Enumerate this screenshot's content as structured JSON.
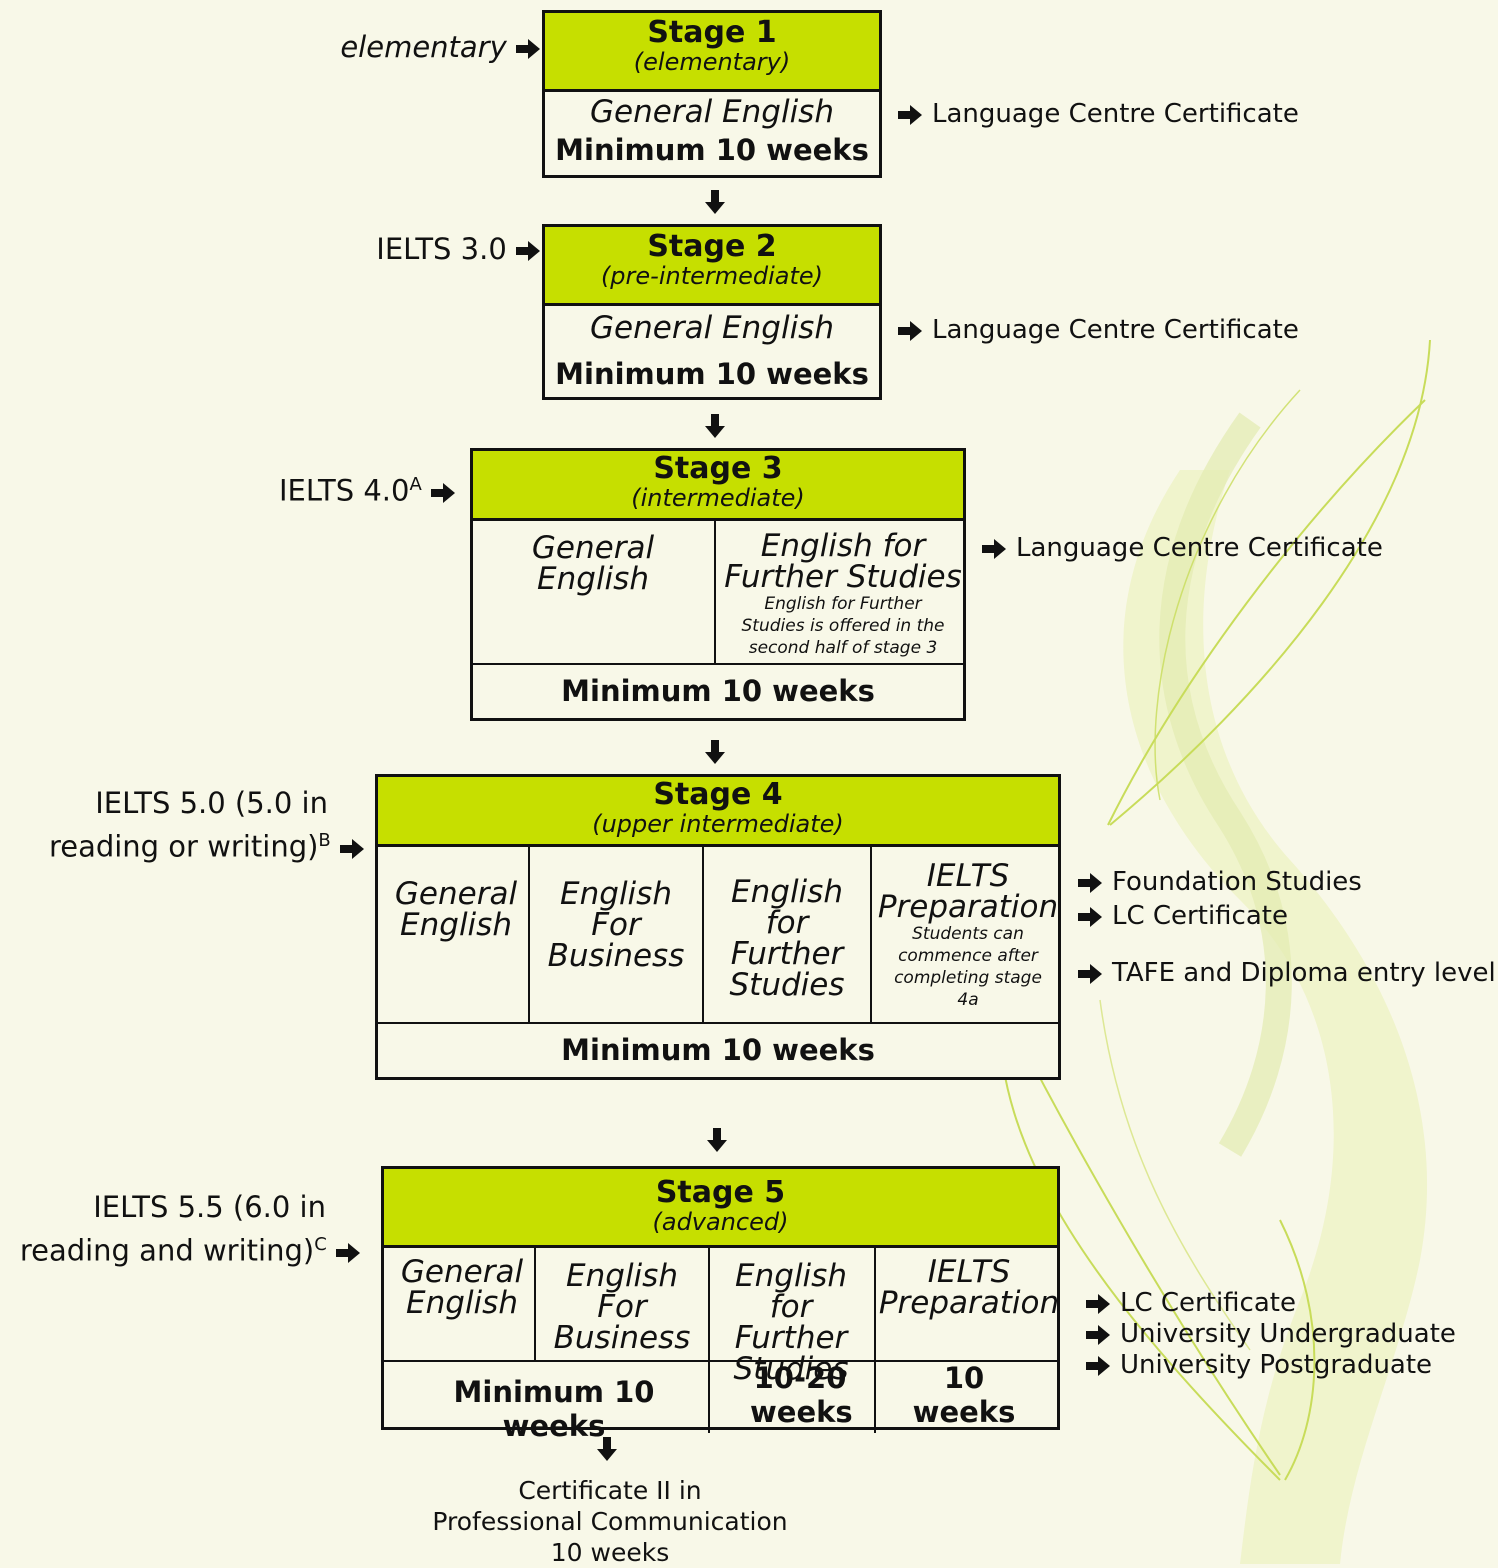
{
  "stage1": {
    "title": "Stage 1",
    "level": "(elementary)",
    "course": "General English",
    "duration": "Minimum 10 weeks"
  },
  "stage2": {
    "title": "Stage 2",
    "level": "(pre-intermediate)",
    "course": "General English",
    "duration": "Minimum 10 weeks"
  },
  "stage3": {
    "title": "Stage 3",
    "level": "(intermediate)",
    "course1": "General English",
    "course2": "English for Further Studies",
    "course2_note": "English for Further Studies is offered in the second half of stage 3",
    "duration": "Minimum 10 weeks"
  },
  "stage4": {
    "title": "Stage 4",
    "level": "(upper intermediate)",
    "course1": "General English",
    "course2": "English For Business",
    "course3": "English for Further Studies",
    "course4": "IELTS Preparation",
    "course4_note": "Students can commence after completing stage 4a",
    "duration": "Minimum 10 weeks"
  },
  "stage5": {
    "title": "Stage 5",
    "level": "(advanced)",
    "course1": "General English",
    "course2": "English For Business",
    "course3": "English for Further Studies",
    "course4": "IELTS Preparation",
    "duration_main": "Minimum 10 weeks",
    "duration_efs": "10-20 weeks",
    "duration_ielts": "10 weeks"
  },
  "entry": {
    "e1": "elementary",
    "e2": "IELTS 3.0",
    "e3": "IELTS 4.0",
    "e3_sup": "A",
    "e4_line1": "IELTS 5.0 (5.0 in",
    "e4_line2": "reading or writing)",
    "e4_sup": "B",
    "e5_line1": "IELTS 5.5 (6.0 in",
    "e5_line2": "reading and writing)",
    "e5_sup": "C"
  },
  "outcomes": {
    "o1": "Language Centre Certificate",
    "o2": "Language Centre Certificate",
    "o3": "Language Centre Certificate",
    "o4a": "Foundation Studies",
    "o4b": "LC Certificate",
    "o4c": "TAFE and Diploma entry level",
    "o5a": "LC Certificate",
    "o5b": "University Undergraduate",
    "o5c": "University Postgraduate"
  },
  "final": {
    "line1": "Certificate II in",
    "line2": "Professional Communication",
    "line3": "10 weeks"
  },
  "colors": {
    "background": "#f8f8e8",
    "stage_header": "#c6df00",
    "border": "#111111",
    "decoration": "#c8dc5a"
  }
}
